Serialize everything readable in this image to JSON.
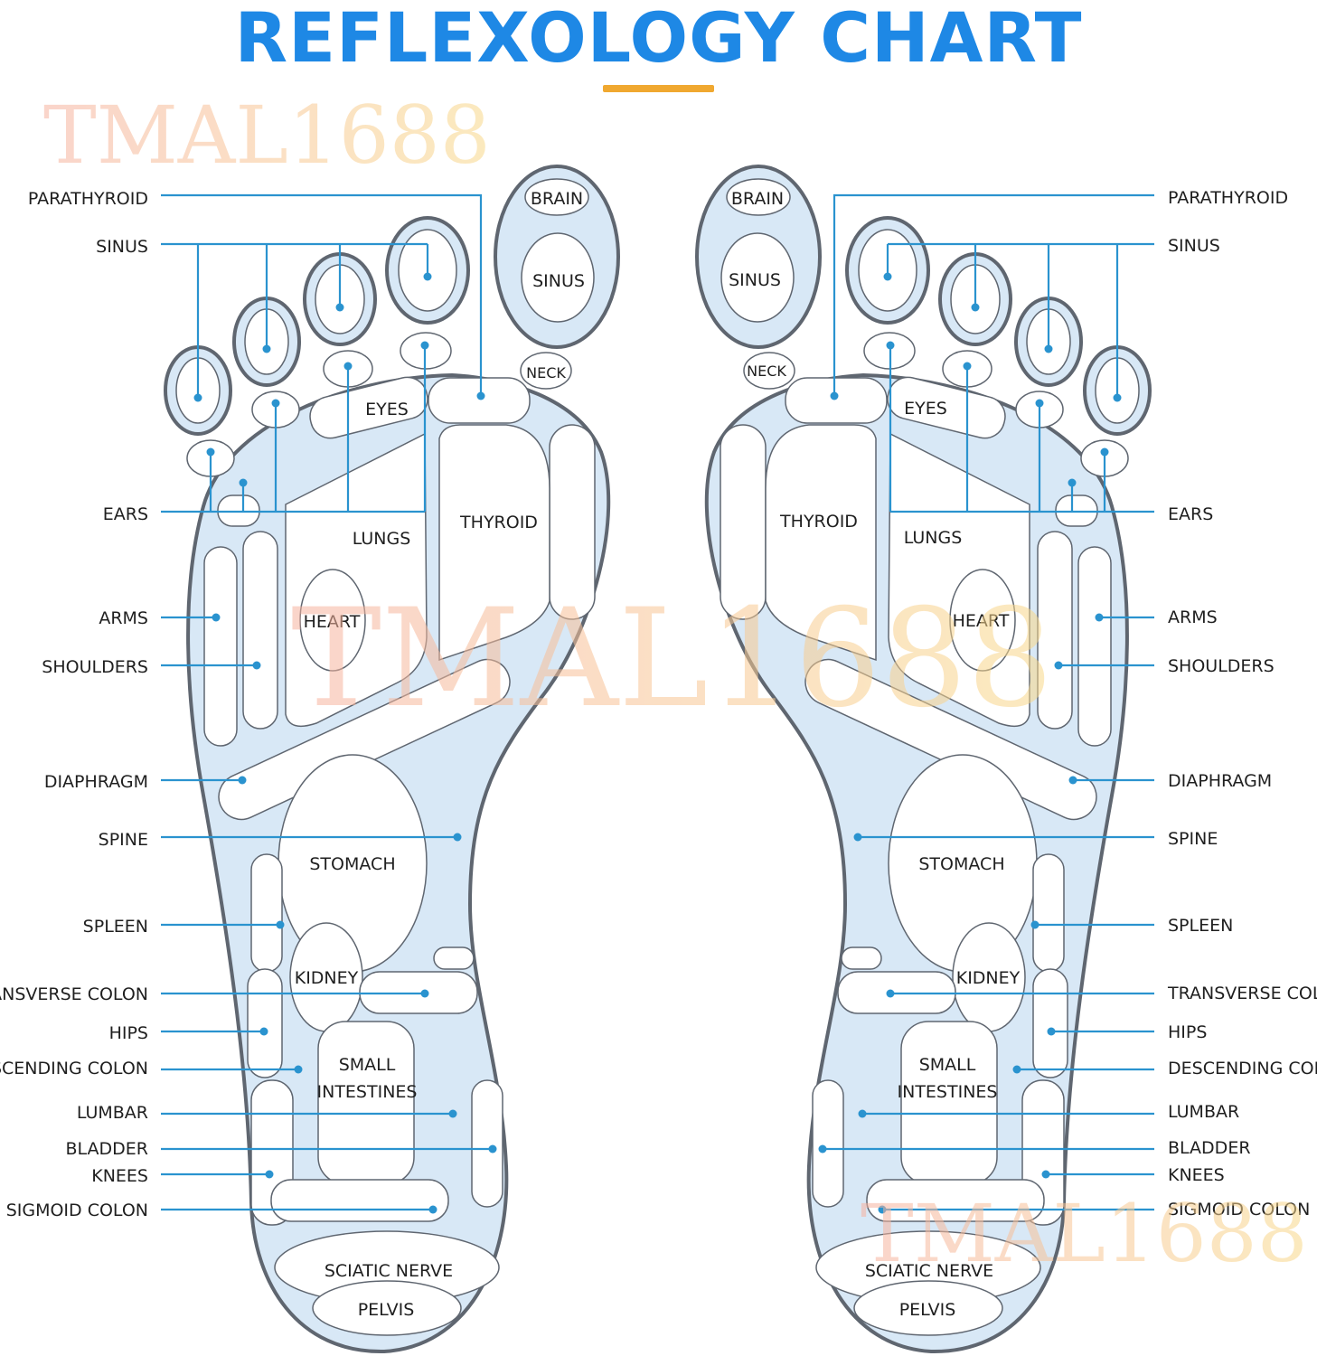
{
  "title": "REFLEXOLOGY CHART",
  "watermark": "TMAL1688",
  "colors": {
    "title": "#1e88e5",
    "underline": "#f0a830",
    "leader_line": "#2a93cf",
    "foot_fill": "#d8e8f6",
    "foot_outline": "#5f6670"
  },
  "zones": {
    "brain": "BRAIN",
    "sinus": "SINUS",
    "neck": "NECK",
    "eyes": "EYES",
    "thyroid": "THYROID",
    "lungs": "LUNGS",
    "heart": "HEART",
    "stomach": "STOMACH",
    "kidney": "KIDNEY",
    "small_intestines_1": "SMALL",
    "small_intestines_2": "INTESTINES",
    "sciatic_nerve": "SCIATIC NERVE",
    "pelvis": "PELVIS"
  },
  "labels": {
    "parathyroid": "PARATHYROID",
    "sinus": "SINUS",
    "ears": "EARS",
    "arms": "ARMS",
    "shoulders": "SHOULDERS",
    "diaphragm": "DIAPHRAGM",
    "spine": "SPINE",
    "spleen": "SPLEEN",
    "transverse_colon": "TRANSVERSE COLON",
    "hips": "HIPS",
    "descending_colon": "DESCENDING COLON",
    "lumbar": "LUMBAR",
    "bladder": "BLADDER",
    "knees": "KNEES",
    "sigmoid_colon": "SIGMOID COLON"
  }
}
